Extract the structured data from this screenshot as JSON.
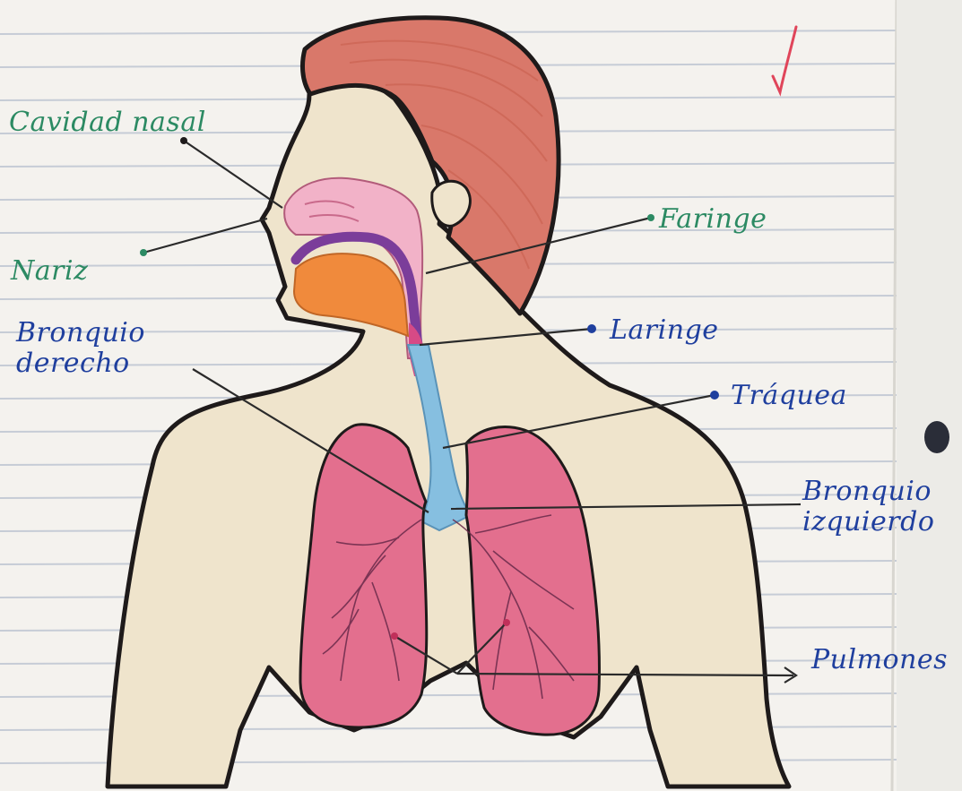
{
  "labels": {
    "cavidad_nasal": "Cavidad nasal",
    "nariz": "Nariz",
    "faringe": "Faringe",
    "laringe": "Laringe",
    "bronquio_derecho_line1": "Bronquio",
    "bronquio_derecho_line2": "derecho",
    "traquea": "Tráquea",
    "bronquio_izquierdo_line1": "Bronquio",
    "bronquio_izquierdo_line2": "izquierdo",
    "pulmones": "Pulmones"
  },
  "colors": {
    "paper": "#f4f2ee",
    "rule_line": "#c6ccd6",
    "skin": "#efe4cc",
    "hair": "#d9786a",
    "cavity_pink": "#f2b2c8",
    "mouth_orange": "#f08a3c",
    "palate_purple": "#7b3d9a",
    "trachea_blue": "#86bfe0",
    "lung_red": "#e36f8e",
    "outline": "#1e1a1a",
    "green_label": "#2c8a63",
    "blue_label": "#1f3f9e",
    "check_mark": "#e0455a"
  },
  "icons": {
    "check_mark": "check-mark-icon",
    "margin_dot": "binder-hole-icon"
  }
}
